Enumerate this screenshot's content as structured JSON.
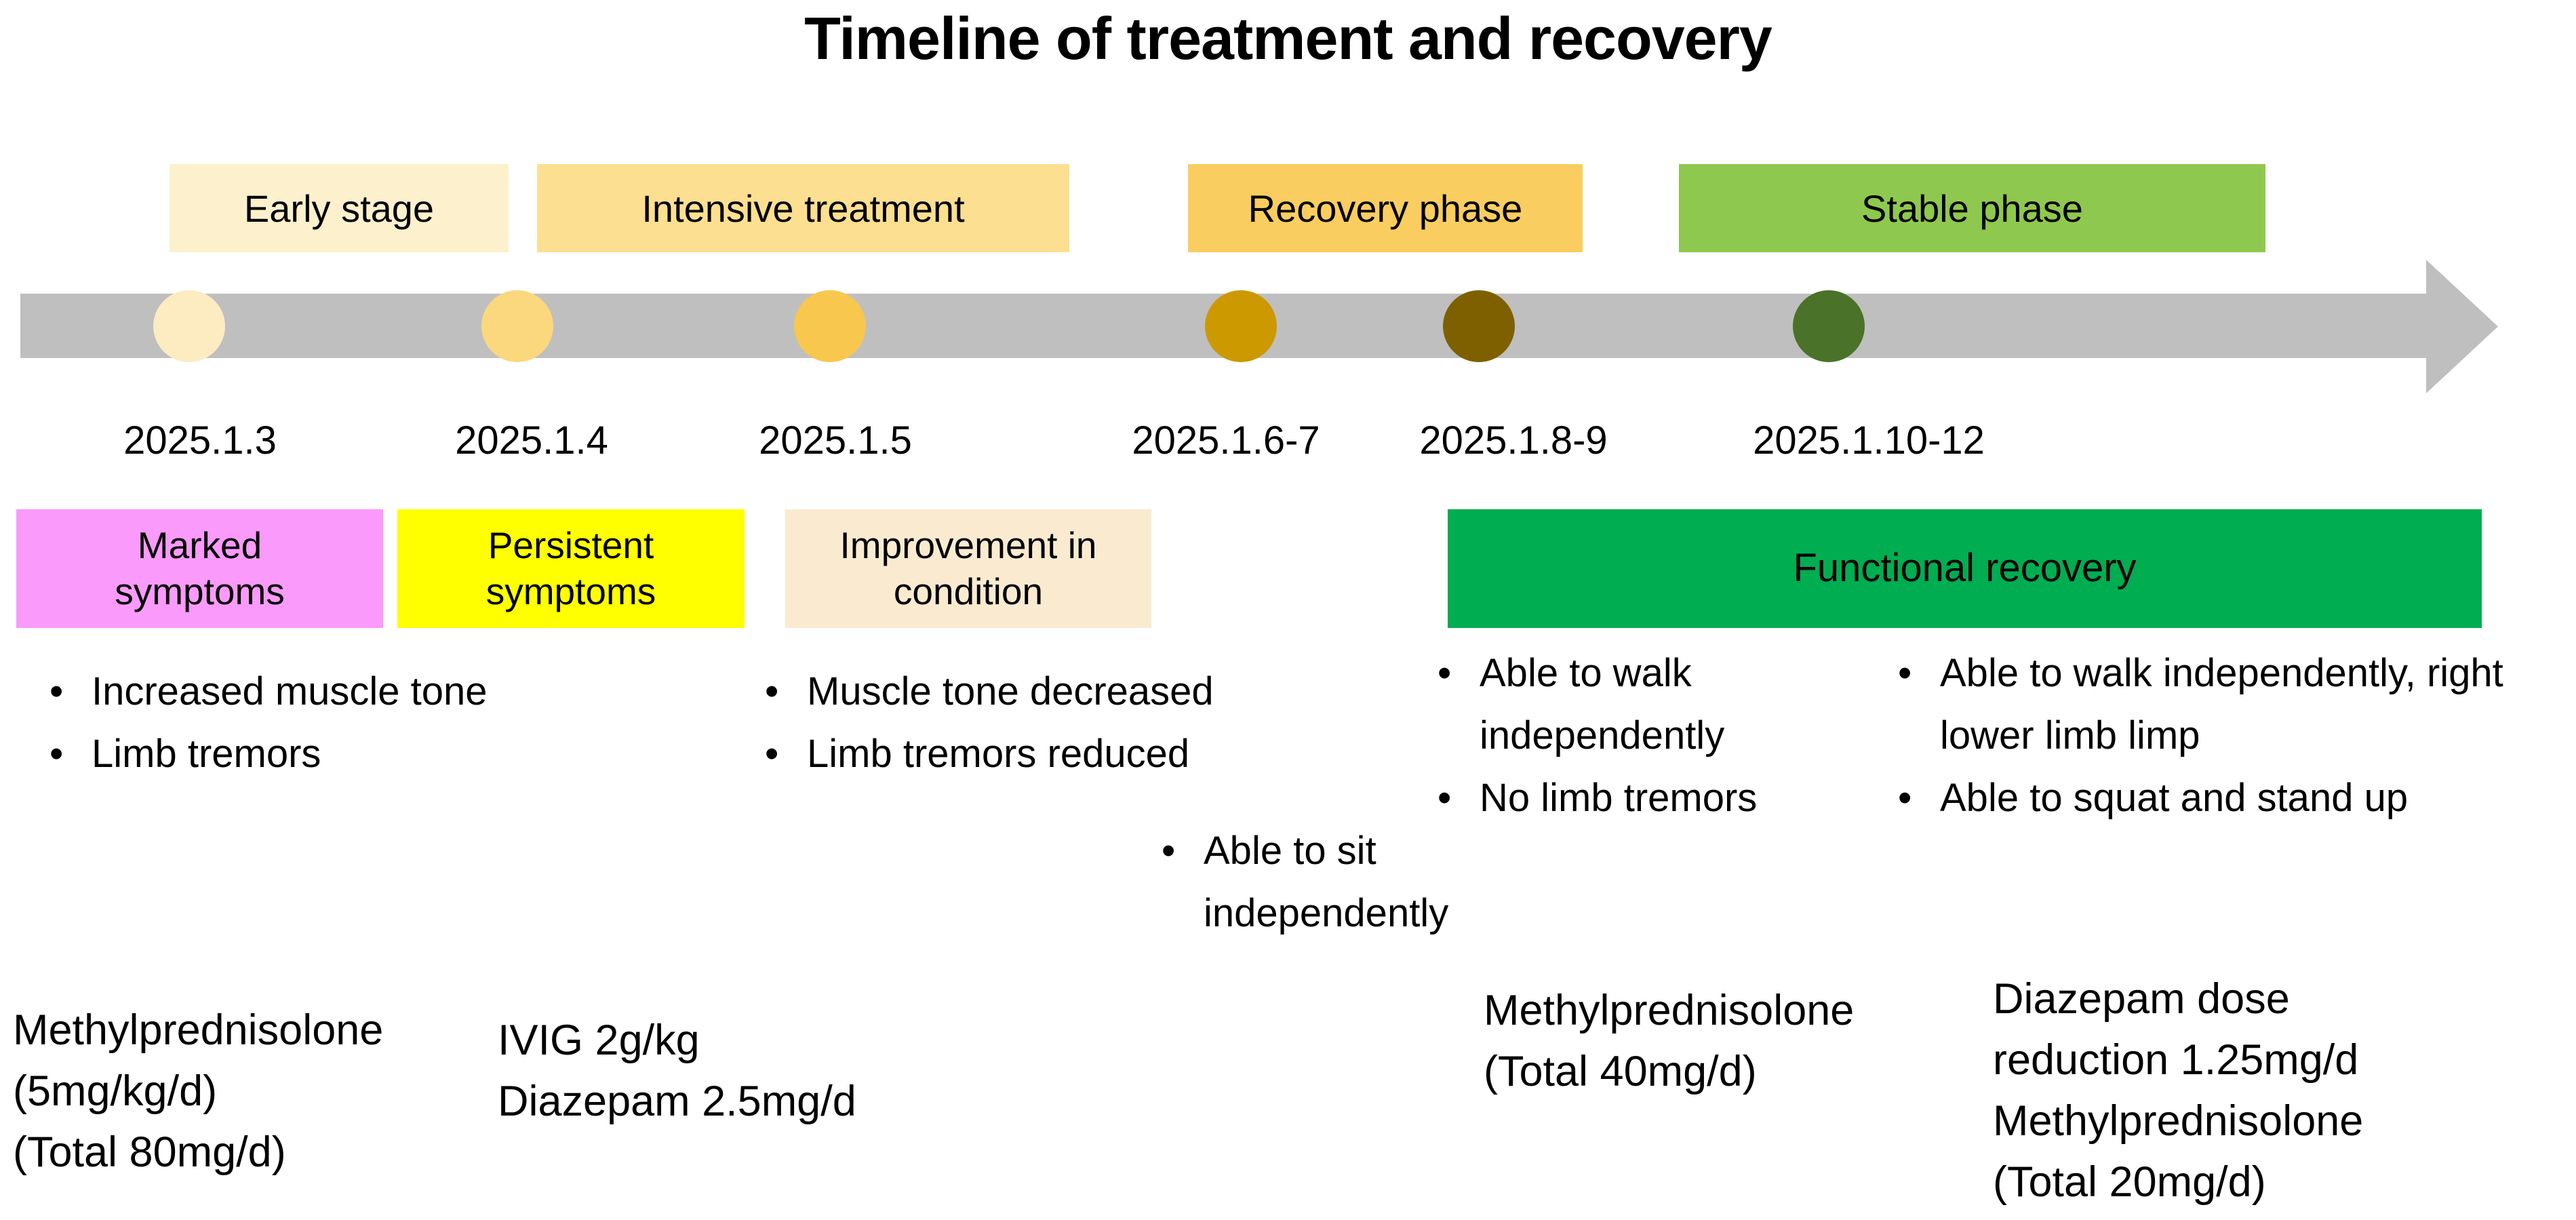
{
  "title": "Timeline of treatment and recovery",
  "glyphs": {
    "bullet": "•"
  },
  "colors": {
    "background": "#FFFFFF",
    "timeline_bar": "#BFBFBF",
    "text": "#000000"
  },
  "phases": [
    {
      "label": "Early stage",
      "bg": "#FDF0CC"
    },
    {
      "label": "Intensive treatment",
      "bg": "#FCDF90"
    },
    {
      "label": "Recovery phase",
      "bg": "#FACD60"
    },
    {
      "label": "Stable phase",
      "bg": "#8FC84E"
    }
  ],
  "timeline": {
    "bar_color": "#BFBFBF",
    "milestones": [
      {
        "date": "2025.1.3",
        "dot_color": "#FDEBC2"
      },
      {
        "date": "2025.1.4",
        "dot_color": "#FBD87E"
      },
      {
        "date": "2025.1.5",
        "dot_color": "#F8C74E"
      },
      {
        "date": "2025.1.6-7",
        "dot_color": "#CC9900"
      },
      {
        "date": "2025.1.8-9",
        "dot_color": "#7F6000"
      },
      {
        "date": "2025.1.10-12",
        "dot_color": "#4A7228"
      }
    ]
  },
  "status_boxes": [
    {
      "label": "Marked symptoms",
      "bg": "#FA9AFA"
    },
    {
      "label": "Persistent symptoms",
      "bg": "#FFFF00"
    },
    {
      "label": "Improvement in condition",
      "bg": "#FAEBD0"
    },
    {
      "label": "Functional recovery",
      "bg": "#00AD50"
    }
  ],
  "bullet_groups": {
    "marked_symptoms": {
      "items": [
        "Increased muscle tone",
        "Limb tremors"
      ]
    },
    "improvement": {
      "items": [
        "Muscle tone decreased",
        "Limb tremors reduced"
      ]
    },
    "sit": {
      "items": [
        "Able to sit independently"
      ]
    },
    "recovery_left": {
      "items": [
        "Able to walk independently",
        "No limb tremors"
      ]
    },
    "recovery_right": {
      "items": [
        "Able to walk independently, right lower limb limp",
        "Able to squat and stand up"
      ]
    }
  },
  "treatments": [
    {
      "lines": [
        "Methylprednisolone",
        "(5mg/kg/d)",
        "(Total 80mg/d)"
      ]
    },
    {
      "lines": [
        "IVIG 2g/kg",
        "Diazepam 2.5mg/d"
      ]
    },
    {
      "lines": [
        "Methylprednisolone",
        "(Total 40mg/d)"
      ]
    },
    {
      "lines": [
        "Diazepam dose",
        "reduction 1.25mg/d",
        "Methylprednisolone",
        "(Total 20mg/d)"
      ]
    }
  ]
}
